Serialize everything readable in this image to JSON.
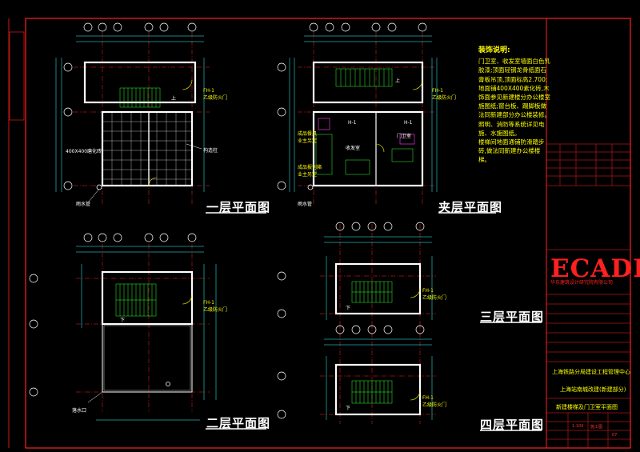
{
  "plans": {
    "first": "一层平面图",
    "mezz": "夹层平面图",
    "second": "二层平面图",
    "third": "三层平面图",
    "fourth": "四层平面图"
  },
  "notes": {
    "heading": "装饰说明:",
    "lines": [
      "门卫室、收发室墙面白色乳胶漆;顶面轻钢龙骨纸面石膏板吊顶,顶面标高2.700;地面铺400X400素化砖,木饰面参见新建楼分办公楼室施图纸;窗台板、踢脚板做法同新建部分办公楼装修。照明、消防等系统详见电施、水施图纸。",
      "楼梯间地面通铺防滑踏步砖,做法同新建办公楼楼梯。"
    ]
  },
  "labels": {
    "rain_pipe": "雨水管",
    "tile_note": "400X400磨化砖",
    "frame_pillar": "构造柱",
    "door_a": "FH-1\n乙级防火门",
    "up": "上",
    "down": "下",
    "drain": "落水口",
    "mailroom": "收发室",
    "guard": "门卫室",
    "locker1": "成品餐具\n业主另定",
    "locker2": "成品报刊箱\n业主另定",
    "h1": "H-1"
  },
  "title_block": {
    "logo": "ECADI",
    "company": "华东建筑设计研究院有限公司",
    "client": "上海铁路分局建设工程管理中心",
    "project": "上海站南城改建(新建部分)",
    "drawing": "新建楼梯及门卫室平面图",
    "scale": "1:100",
    "stage": "施工图",
    "sheet_no": "07"
  },
  "colors": {
    "wall": "#ffffff",
    "grid": "#ff2020",
    "dim": "#30ffff",
    "stair": "#30ff30",
    "text": "#ffff00",
    "furn": "#ff40ff"
  }
}
